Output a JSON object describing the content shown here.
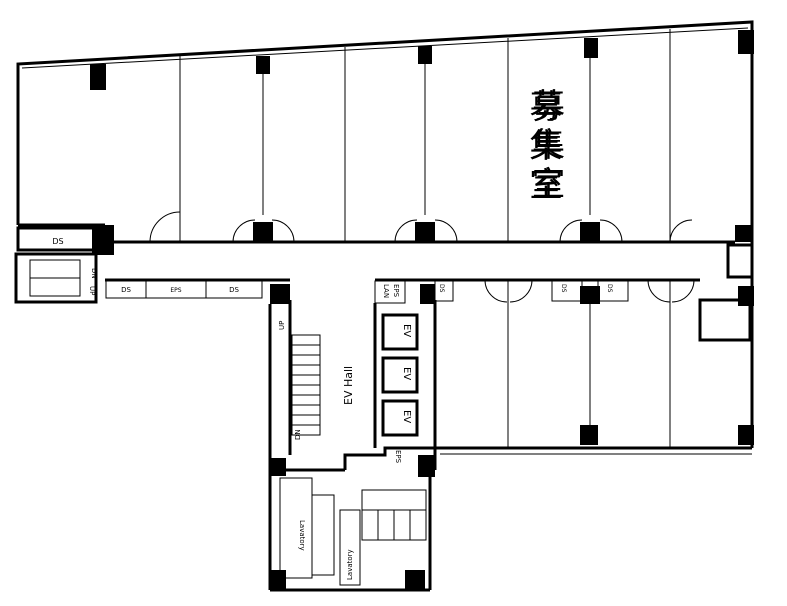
{
  "plan": {
    "vacant_label": "募集室",
    "vacant_chars": [
      "募",
      "集",
      "室"
    ],
    "ev_hall": "EV Hall",
    "elevators": [
      "EV",
      "EV",
      "EV"
    ],
    "labels": {
      "ds": "DS",
      "eps": "EPS",
      "lan": "LAN",
      "up": "UP",
      "dn": "DN",
      "lavatory": "Lavatory"
    }
  }
}
